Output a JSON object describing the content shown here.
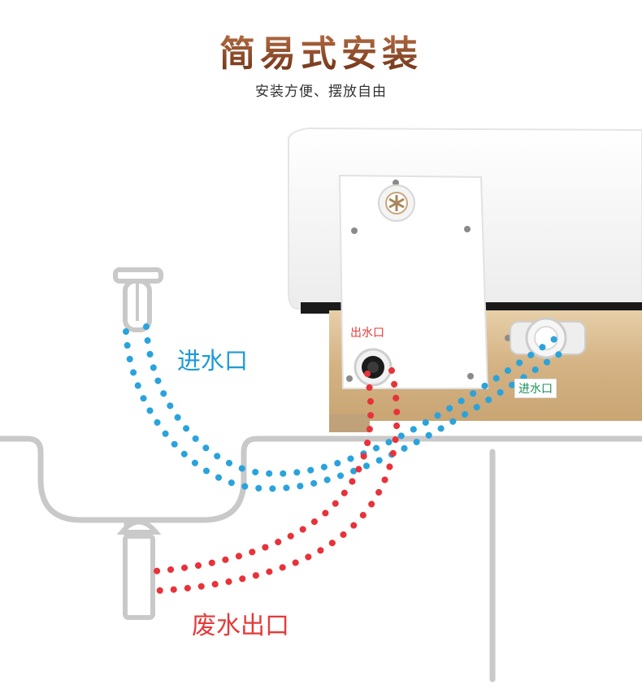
{
  "header": {
    "title": "简易式安装",
    "subtitle": "安装方便、摆放自由"
  },
  "labels": {
    "inlet_large": "进水口",
    "waste_outlet": "废水出口",
    "device_outlet": "出水口",
    "device_inlet": "进水口"
  },
  "colors": {
    "inlet_dots": "#2aa3dc",
    "waste_dots": "#e8323a",
    "title_gradient_top": "#c0784a",
    "title_gradient_bottom": "#6b2f16",
    "device_gold": "#d8b98e"
  }
}
